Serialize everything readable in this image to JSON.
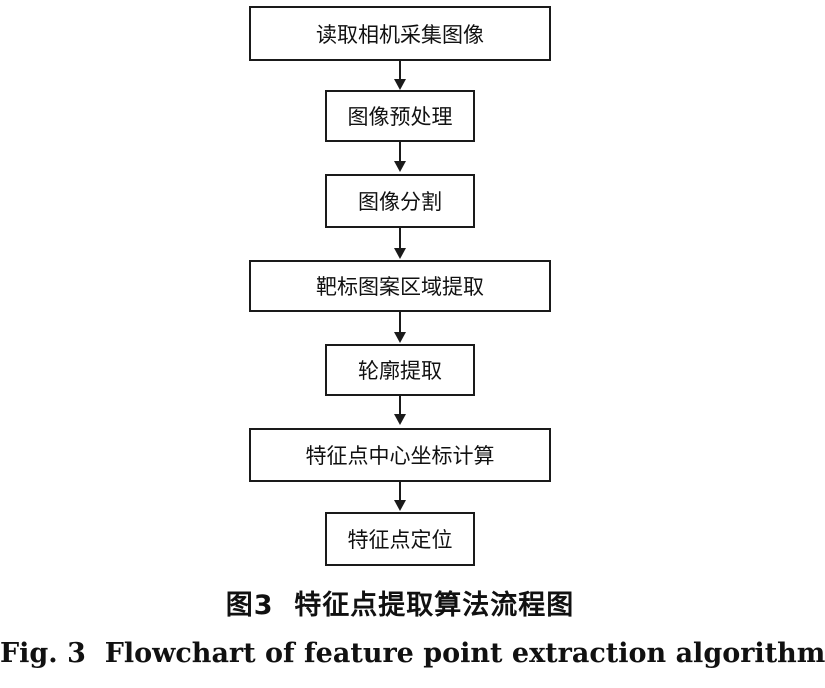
{
  "steps": [
    "读取相机采集图像",
    "图像预处理",
    "图像分割",
    "靶标图案区域提取",
    "轮廓提取",
    "特征点中心坐标计算",
    "特征点定位"
  ],
  "caption": {
    "chinese": "图3  特征点提取算法流程图",
    "english": "Fig. 3  Flowchart of feature point extraction algorithm"
  }
}
